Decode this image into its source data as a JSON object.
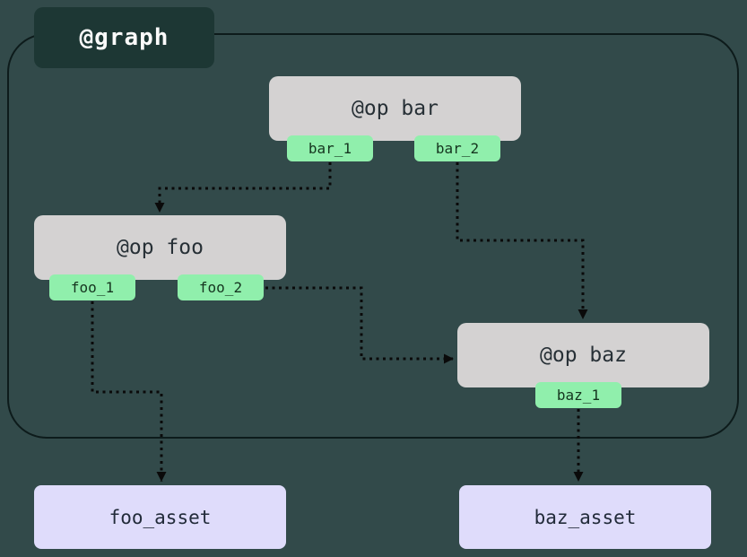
{
  "graph": {
    "label": "@graph"
  },
  "ops": [
    {
      "label": "@op bar",
      "outputs": [
        "bar_1",
        "bar_2"
      ]
    },
    {
      "label": "@op foo",
      "outputs": [
        "foo_1",
        "foo_2"
      ]
    },
    {
      "label": "@op baz",
      "outputs": [
        "baz_1"
      ]
    }
  ],
  "assets": [
    {
      "label": "foo_asset"
    },
    {
      "label": "baz_asset"
    }
  ],
  "edges": [
    {
      "from": "bar_1",
      "to": "@op foo"
    },
    {
      "from": "bar_2",
      "to": "@op baz"
    },
    {
      "from": "foo_2",
      "to": "@op baz"
    },
    {
      "from": "foo_1",
      "to": "foo_asset"
    },
    {
      "from": "baz_1",
      "to": "baz_asset"
    }
  ],
  "colors": {
    "background": "#324A4A",
    "graph_border": "#0D1B1B",
    "graph_label_bg": "#1D3734",
    "graph_label_text": "#FAFAFA",
    "op_bg": "#D4D2D2",
    "op_text": "#273036",
    "output_port_bg": "#90EFAC",
    "output_port_text": "#15351F",
    "asset_bg": "#DFDCFB",
    "asset_text": "#222B3A",
    "edge": "#0A0A0A"
  }
}
